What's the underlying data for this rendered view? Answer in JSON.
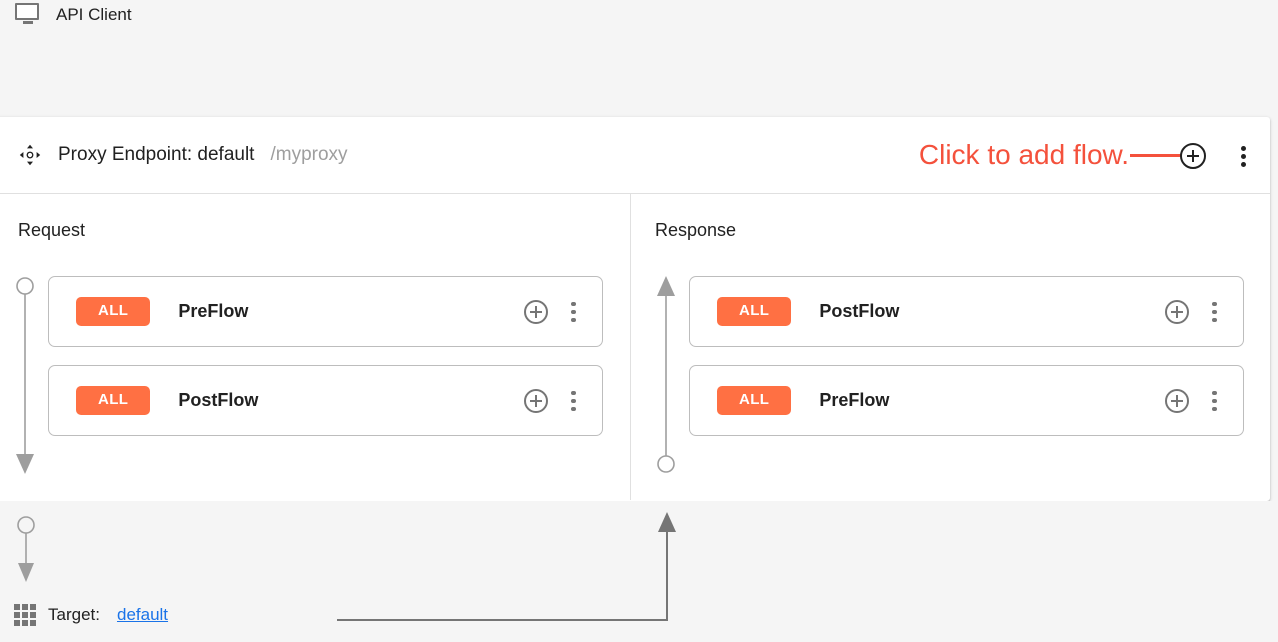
{
  "client": {
    "label": "API Client",
    "icon": "monitor-icon"
  },
  "proxy": {
    "move_icon": "move-handle-icon",
    "title": "Proxy Endpoint: default",
    "basepath": "/myproxy",
    "add_flow_icon": "plus-circle-icon",
    "menu_icon": "kebab-menu-icon"
  },
  "annotation": {
    "text": "Click to add flow.",
    "color": "#f4513c"
  },
  "columns": [
    {
      "title": "Request",
      "direction": "down",
      "flows": [
        {
          "condition": "ALL",
          "name": "PreFlow",
          "add_icon": "plus-circle-icon",
          "menu_icon": "kebab-menu-icon"
        },
        {
          "condition": "ALL",
          "name": "PostFlow",
          "add_icon": "plus-circle-icon",
          "menu_icon": "kebab-menu-icon"
        }
      ]
    },
    {
      "title": "Response",
      "direction": "up",
      "flows": [
        {
          "condition": "ALL",
          "name": "PostFlow",
          "add_icon": "plus-circle-icon",
          "menu_icon": "kebab-menu-icon"
        },
        {
          "condition": "ALL",
          "name": "PreFlow",
          "add_icon": "plus-circle-icon",
          "menu_icon": "kebab-menu-icon"
        }
      ]
    }
  ],
  "target": {
    "icon": "grid-icon",
    "label": "Target:",
    "link": "default"
  },
  "colors": {
    "badge": "#ff7043",
    "annotation": "#f4513c",
    "link": "#1a73e8",
    "connector": "#757575",
    "canvas": "#f5f5f5"
  }
}
